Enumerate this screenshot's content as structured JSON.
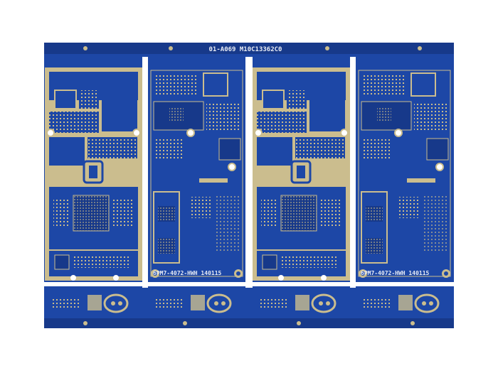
{
  "panel": {
    "top_marking": "01-A069 M10C13362C0",
    "board_marking_1": "6PM7-4072-HWH 140115",
    "board_marking_2": "6PM7-4072-HWH 140115"
  },
  "colors": {
    "solder_mask": "#1d47a6",
    "solder_mask_dark": "#17398a",
    "gold_plating": "#cbbd8e",
    "background": "#ffffff"
  }
}
